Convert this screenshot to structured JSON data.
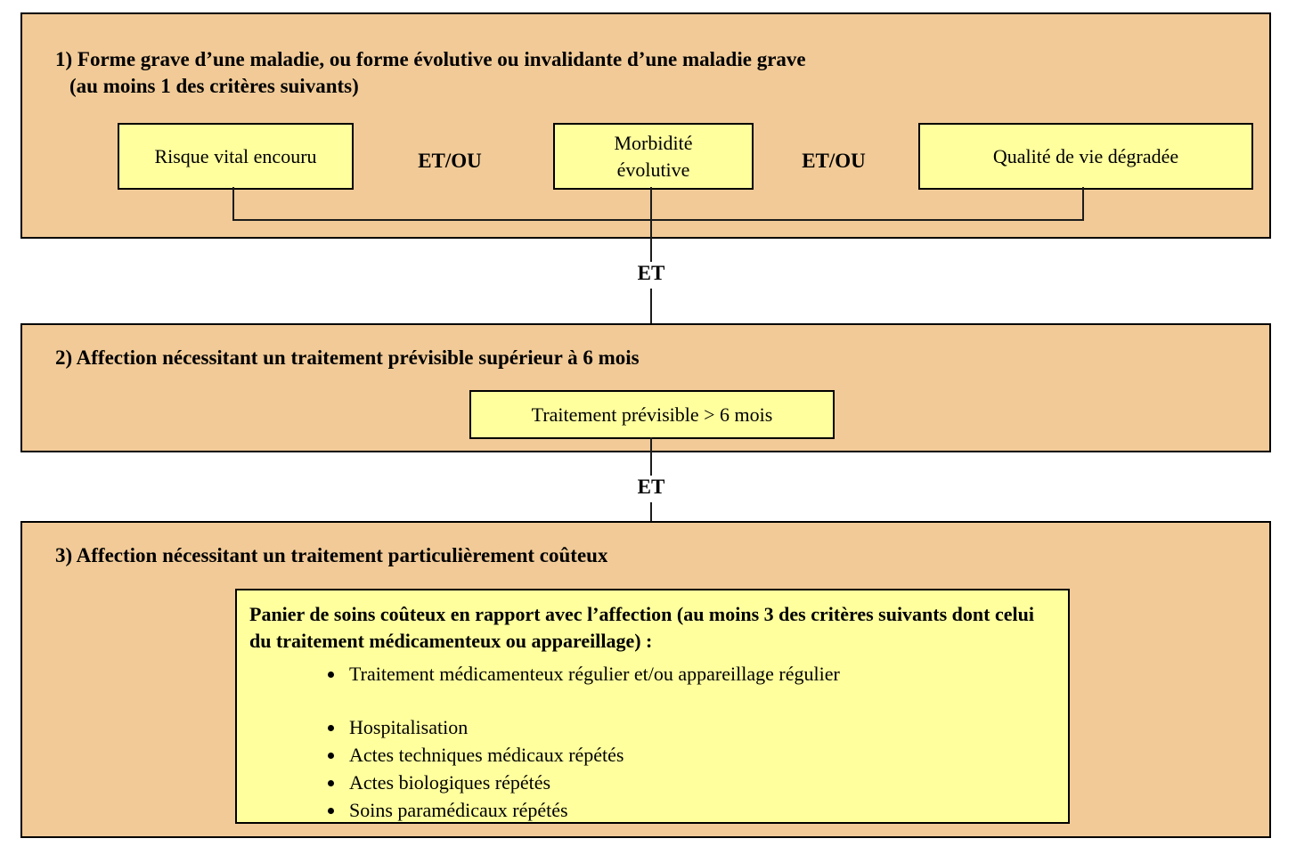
{
  "colors": {
    "panel_bg": "#F1CA97",
    "box_bg": "#FFFF9E",
    "border": "#000000",
    "line": "#1C1C1C",
    "page_bg": "#FFFFFF"
  },
  "panel1": {
    "title": "1) Forme grave d’une maladie, ou forme évolutive ou invalidante d’une maladie grave",
    "subtitle": "(au moins 1 des critères suivants)",
    "box_risque": "Risque vital encouru",
    "operator1": "ET/OU",
    "box_morbidite": "Morbidité évolutive",
    "operator2": "ET/OU",
    "box_qualite": "Qualité de vie dégradée"
  },
  "connectors": {
    "et1": "ET",
    "et2": "ET"
  },
  "panel2": {
    "title": "2) Affection nécessitant un traitement prévisible supérieur à 6 mois",
    "box": "Traitement prévisible > 6 mois"
  },
  "panel3": {
    "title": "3) Affection nécessitant un traitement particulièrement coûteux",
    "box_header": "Panier de soins coûteux en rapport avec l’affection (au moins 3 des critères suivants dont celui du traitement médicamenteux ou appareillage) :",
    "bullets": [
      "Traitement médicamenteux régulier et/ou appareillage régulier",
      "Hospitalisation",
      "Actes techniques médicaux répétés",
      "Actes biologiques répétés",
      "Soins paramédicaux répétés"
    ]
  }
}
